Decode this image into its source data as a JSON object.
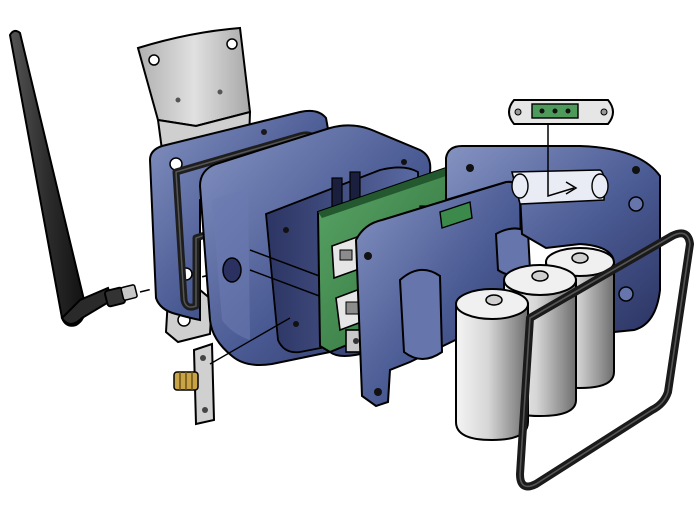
{
  "diagram": {
    "parts": [
      "antenna",
      "mounting-bracket",
      "gasket",
      "front-housing",
      "circuit-board",
      "battery-tray",
      "batteries",
      "rear-housing",
      "rear-gasket",
      "connector-module",
      "antenna-connector"
    ]
  },
  "colors": {
    "housing": "#4a5a93",
    "housing_dark": "#2c3563",
    "housing_light": "#7f8dbd",
    "bracket": "#c9c9c9",
    "board": "#3f8a4e",
    "board_dark": "#24582f",
    "battery": "#d9d9d9",
    "antenna": "#3c3c3c",
    "brass": "#c8a446",
    "gasket": "#1e1e1e",
    "outline": "#000000"
  }
}
